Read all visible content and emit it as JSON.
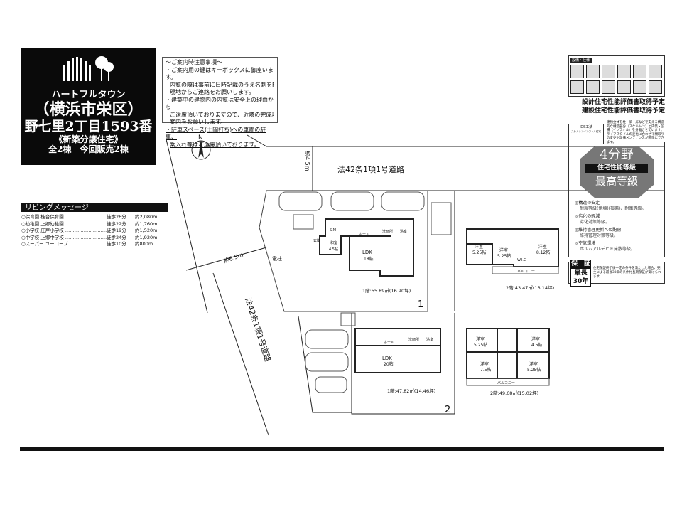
{
  "title": {
    "brand": "ハートフルタウン",
    "ward": "（横浜市栄区）",
    "address": "野七里2丁目1593番",
    "type": "《新築分譲住宅》",
    "units": "全2棟　今回販売2棟"
  },
  "notice": {
    "heading": "〜ご案内時注意事項〜",
    "lines": [
      "・ご案内用の鍵はキーボックスに御座います。",
      "内覧の際は事前に日時記載のうえ名刺をFAX頂き、",
      "現地からご連絡をお願いします。",
      "・建築中の建物内の内覧は安全上の理由から",
      "ご遠慮頂いておりますので、近隣の完成現場へのご",
      "案内をお願いします。",
      "・駐車スペース(土間打ち)への車両の駐車、",
      "乗入れ等はご遠慮頂いております。"
    ]
  },
  "living": {
    "heading": "リビングメッセージ",
    "items": [
      {
        "name": "○保育園 桂台保育園 ………………………",
        "walk": "徒歩26分",
        "dist": "約2,080m"
      },
      {
        "name": "○幼稚園 上郷幼稚園 ………………………",
        "walk": "徒歩22分",
        "dist": "約1,760m"
      },
      {
        "name": "○小学校 庄戸小学校 ………………………",
        "walk": "徒歩19分",
        "dist": "約1,520m"
      },
      {
        "name": "○中学校 上郷中学校 ………………………",
        "walk": "徒歩24分",
        "dist": "約1,920m"
      },
      {
        "name": "○スーパー ユーコープ ……………………",
        "walk": "徒歩10分",
        "dist": "約800m"
      }
    ]
  },
  "specs": {
    "heading": "設備・仕様",
    "eval1": "設計住宅性能評価書取得予定",
    "eval2": "建設住宅性能評価書取得予定",
    "ids": "IDS工法",
    "ids_sub": "スケルトンインフィル住宅",
    "ids_text": "建物全体を柱・梁・床などで支える構造的な構造部分（スケルトン）と内装・設備（インフィル）を分離させています。ライフスタイルの変化に合わせて間取りの変更や設備メンテナンスが簡単にできます。"
  },
  "grade": {
    "big": "4分野",
    "band": "住宅性能等級",
    "highest": "最高等級",
    "items": [
      {
        "t": "◎構造の安定",
        "s": "耐震等級(倒壊)(損傷)、耐風等級。"
      },
      {
        "t": "◎劣化の軽減",
        "s": "劣化対策等級。"
      },
      {
        "t": "◎維持管理更新への配慮",
        "s": "維持管理対策等級。"
      },
      {
        "t": "◎空気環境",
        "s": "ホルムアルデヒド発散等級。"
      }
    ]
  },
  "guarantee": {
    "label": "保　証",
    "years": "最長30年",
    "text": "住宅保証終了後一定の条件を満たした場合、売主による最長30年の条件付長期保証が受けられます。"
  },
  "site": {
    "north": "N",
    "road_top": "法42条1項1号道路",
    "road_top_width": "約4.5m",
    "road_left": "法42条1項1号道路",
    "road_left_width": "約6.5m",
    "pole": "電柱",
    "lot1": "1",
    "lot2": "2"
  },
  "plans": {
    "h1f1": {
      "ldk": "LDK",
      "ldk_size": "18帖",
      "washitsu": "和室",
      "washitsu_size": "4.5帖",
      "hall": "ホール",
      "sen": "洗面所",
      "bath": "浴室",
      "sm": "S.M",
      "genkan": "玄関",
      "area": "1階:55.89㎡(16.90坪)"
    },
    "h1f2": {
      "r1": "洋室",
      "r1s": "5.25帖",
      "r2": "洋室",
      "r2s": "5.25帖",
      "r3": "洋室",
      "r3s": "8.12帖",
      "wic": "W.I.C",
      "balcony": "バルコニー",
      "area": "2階:43.47㎡(13.14坪)"
    },
    "h2f1": {
      "ldk": "LDK",
      "ldk_size": "20帖",
      "hall": "ホール",
      "sen": "洗面所",
      "bath": "浴室",
      "area": "1階:47.82㎡(14.46坪)"
    },
    "h2f2": {
      "r1": "洋室",
      "r1s": "5.25帖",
      "r2": "洋室",
      "r2s": "4.5帖",
      "r3": "洋室",
      "r3s": "7.5帖",
      "r4": "洋室",
      "r4s": "5.25帖",
      "balcony": "バルコニー",
      "area": "2階:49.68㎡(15.02坪)"
    }
  }
}
